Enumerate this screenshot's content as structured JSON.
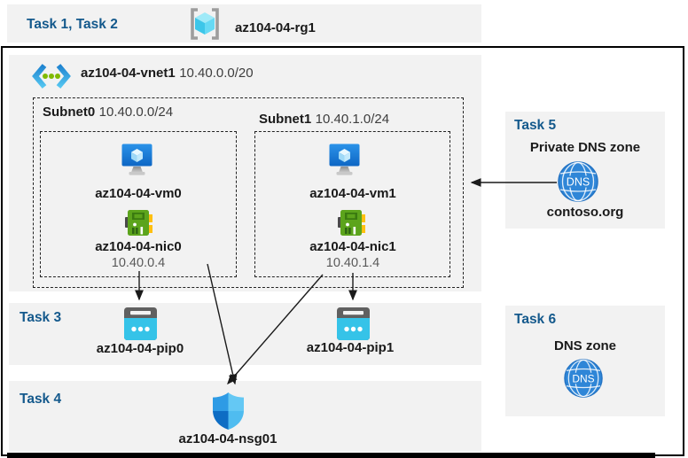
{
  "colors": {
    "panel_bg": "#F2F2F2",
    "task_label_blue": "#14598C",
    "body_text": "#1A1A1A",
    "ip_gray": "#595959",
    "arrow": "#1A1A1A",
    "vm_blue": "#1583E3",
    "nic_green": "#5CA41C",
    "pip_cyan": "#35C3E8",
    "dns_blue": "#2F86D7"
  },
  "header": {
    "tasks_label": "Task 1, Task 2",
    "resource_group": {
      "icon": "resource-group-icon",
      "name": "az104-04-rg1"
    }
  },
  "vnet": {
    "icon": "virtual-network-icon",
    "name": "az104-04-vnet1",
    "cidr": "10.40.0.0/20"
  },
  "subnets": [
    {
      "name": "Subnet0",
      "cidr": "10.40.0.0/24",
      "vm": {
        "icon": "virtual-machine-icon",
        "name": "az104-04-vm0"
      },
      "nic": {
        "icon": "network-interface-icon",
        "name": "az104-04-nic0",
        "ip": "10.40.0.4"
      }
    },
    {
      "name": "Subnet1",
      "cidr": "10.40.1.0/24",
      "vm": {
        "icon": "virtual-machine-icon",
        "name": "az104-04-vm1"
      },
      "nic": {
        "icon": "network-interface-icon",
        "name": "az104-04-nic1",
        "ip": "10.40.1.4"
      }
    }
  ],
  "task3": {
    "label": "Task 3",
    "public_ips": [
      {
        "icon": "public-ip-icon",
        "name": "az104-04-pip0"
      },
      {
        "icon": "public-ip-icon",
        "name": "az104-04-pip1"
      }
    ]
  },
  "task4": {
    "label": "Task 4",
    "nsg": {
      "icon": "network-security-group-icon",
      "name": "az104-04-nsg01"
    }
  },
  "task5": {
    "label": "Task 5",
    "title": "Private DNS zone",
    "icon": "dns-zone-icon",
    "icon_text": "DNS",
    "zone_name": "contoso.org"
  },
  "task6": {
    "label": "Task 6",
    "title": "DNS zone",
    "icon": "dns-zone-icon",
    "icon_text": "DNS"
  },
  "connections": [
    {
      "from": "az104-04-nic0",
      "to": "az104-04-pip0"
    },
    {
      "from": "az104-04-nic1",
      "to": "az104-04-pip1"
    },
    {
      "from": "az104-04-nic0",
      "to": "az104-04-nsg01"
    },
    {
      "from": "az104-04-nic1",
      "to": "az104-04-nsg01"
    },
    {
      "from": "contoso.org",
      "to": "Subnet1"
    }
  ]
}
